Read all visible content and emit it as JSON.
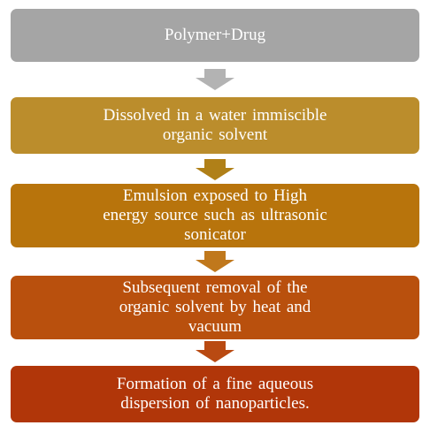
{
  "steps": [
    {
      "text": "Polymer+Drug",
      "color": "#a5a5a5"
    },
    {
      "text": "Dissolved  in  a water immiscible\norganic  solvent",
      "color": "#bb8d2c"
    },
    {
      "text": "Emulsion  exposed to High\nenergy  source such as ultrasonic\nsonicator",
      "color": "#b8740c"
    },
    {
      "text": "Subsequent  removal of the\norganic  solvent  by heat and\nvacuum",
      "color": "#b9500d"
    },
    {
      "text": "Formation  of a fine  aqueous\ndispersion  of nanoparticles.",
      "color": "#b13609"
    }
  ],
  "arrows": [
    {
      "color": "#b3b3b3"
    },
    {
      "color": "#b08018"
    },
    {
      "color": "#c0781c"
    },
    {
      "color": "#b94a12"
    }
  ]
}
